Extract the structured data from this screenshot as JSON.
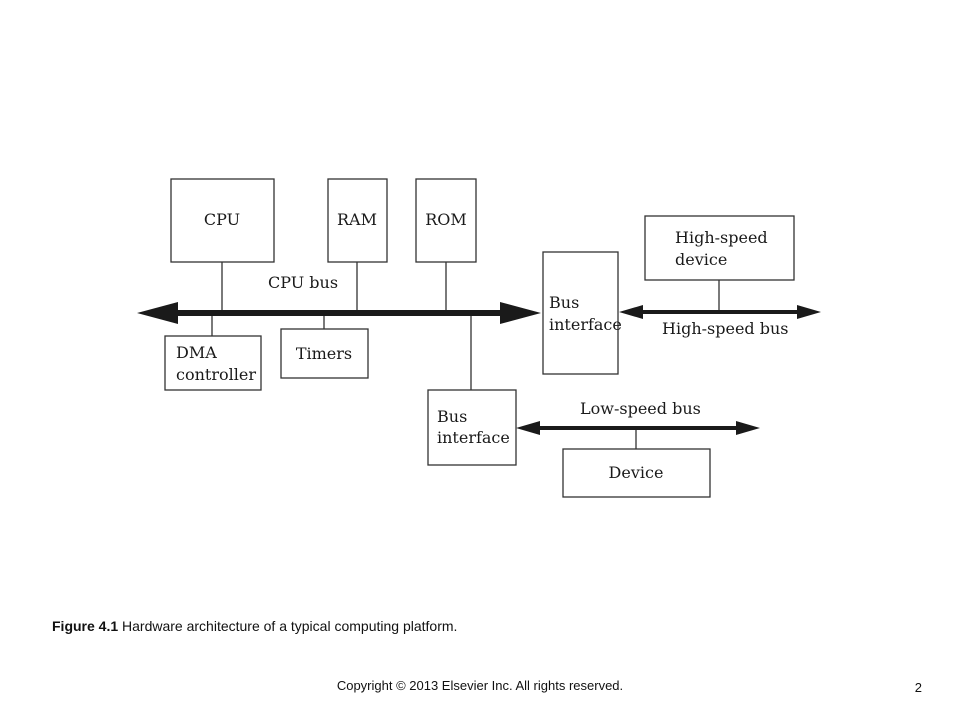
{
  "diagram": {
    "blocks": {
      "cpu": "CPU",
      "ram": "RAM",
      "rom": "ROM",
      "dma_line1": "DMA",
      "dma_line2": "controller",
      "timers": "Timers",
      "bus_interface_high_line1": "Bus",
      "bus_interface_high_line2": "interface",
      "high_speed_device_line1": "High-speed",
      "high_speed_device_line2": "device",
      "bus_interface_low_line1": "Bus",
      "bus_interface_low_line2": "interface",
      "device": "Device"
    },
    "buses": {
      "cpu_bus": "CPU bus",
      "high_speed_bus": "High-speed bus",
      "low_speed_bus": "Low-speed bus"
    },
    "colors": {
      "line": "#333333",
      "bus": "#1a1a1a"
    }
  },
  "caption": {
    "label": "Figure 4.1",
    "text": "Hardware architecture of a typical computing platform."
  },
  "footer": {
    "copyright": "Copyright © 2013 Elsevier Inc. All rights reserved.",
    "page_number": "2"
  }
}
